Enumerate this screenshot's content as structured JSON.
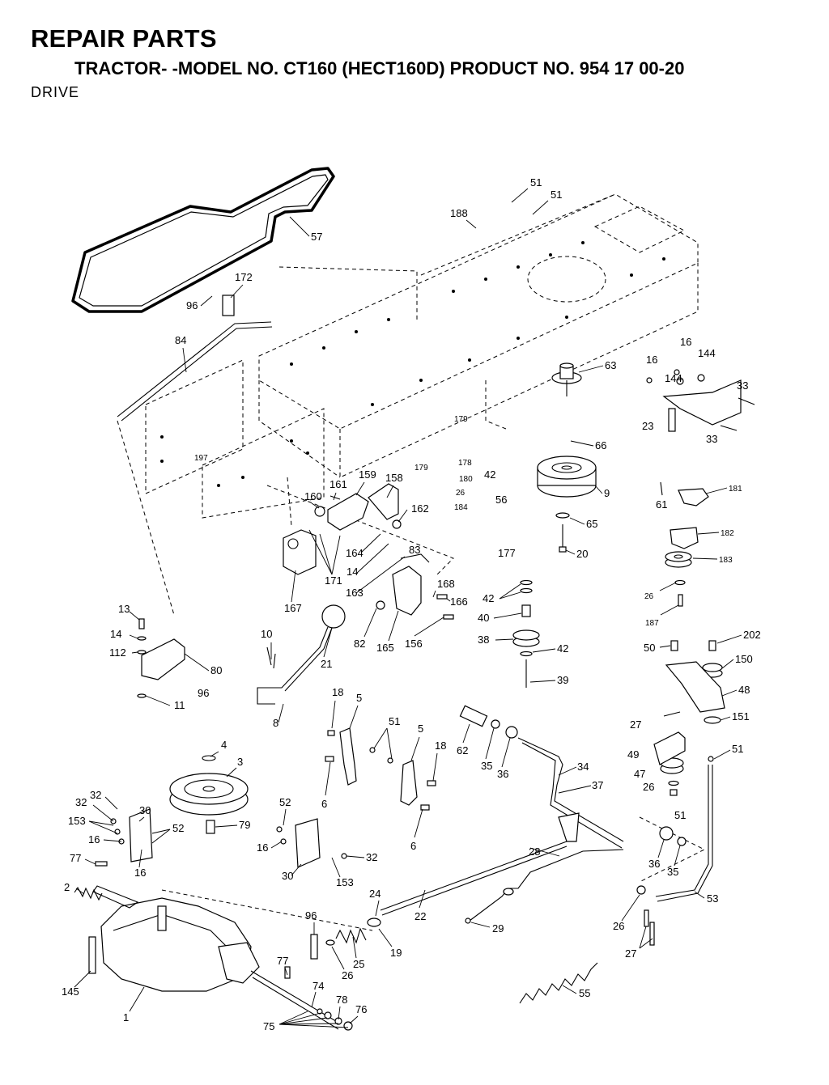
{
  "header": {
    "title": "REPAIR PARTS",
    "subtitle": "TRACTOR- -MODEL NO. CT160 (HECT160D) PRODUCT NO. 954 17 00-20",
    "section": "DRIVE"
  },
  "callouts": [
    {
      "id": "c1",
      "label": "51"
    },
    {
      "id": "c2",
      "label": "51"
    },
    {
      "id": "c3",
      "label": "188"
    },
    {
      "id": "c4",
      "label": "57"
    },
    {
      "id": "c5",
      "label": "172"
    },
    {
      "id": "c6",
      "label": "96"
    },
    {
      "id": "c7",
      "label": "84"
    },
    {
      "id": "c8",
      "label": "197"
    },
    {
      "id": "c9",
      "label": "63"
    },
    {
      "id": "c10",
      "label": "16"
    },
    {
      "id": "c11",
      "label": "144"
    },
    {
      "id": "c12",
      "label": "16"
    },
    {
      "id": "c13",
      "label": "144"
    },
    {
      "id": "c14",
      "label": "33"
    },
    {
      "id": "c15",
      "label": "23"
    },
    {
      "id": "c16",
      "label": "33"
    },
    {
      "id": "c17",
      "label": "179"
    },
    {
      "id": "c18",
      "label": "178"
    },
    {
      "id": "c19",
      "label": "179"
    },
    {
      "id": "c20",
      "label": "180"
    },
    {
      "id": "c21",
      "label": "26"
    },
    {
      "id": "c22",
      "label": "184"
    },
    {
      "id": "c23",
      "label": "66"
    },
    {
      "id": "c24",
      "label": "42"
    },
    {
      "id": "c25",
      "label": "56"
    },
    {
      "id": "c26",
      "label": "9"
    },
    {
      "id": "c27",
      "label": "65"
    },
    {
      "id": "c28",
      "label": "20"
    },
    {
      "id": "c29",
      "label": "159"
    },
    {
      "id": "c30",
      "label": "158"
    },
    {
      "id": "c31",
      "label": "161"
    },
    {
      "id": "c32",
      "label": "160"
    },
    {
      "id": "c33",
      "label": "162"
    },
    {
      "id": "c34",
      "label": "164"
    },
    {
      "id": "c35",
      "label": "14"
    },
    {
      "id": "c36",
      "label": "171"
    },
    {
      "id": "c37",
      "label": "163"
    },
    {
      "id": "c38",
      "label": "83"
    },
    {
      "id": "c39",
      "label": "167"
    },
    {
      "id": "c40",
      "label": "168"
    },
    {
      "id": "c41",
      "label": "166"
    },
    {
      "id": "c42",
      "label": "177"
    },
    {
      "id": "c43",
      "label": "42"
    },
    {
      "id": "c44",
      "label": "40"
    },
    {
      "id": "c45",
      "label": "38"
    },
    {
      "id": "c46",
      "label": "42"
    },
    {
      "id": "c47",
      "label": "39"
    },
    {
      "id": "c48",
      "label": "61"
    },
    {
      "id": "c49",
      "label": "181"
    },
    {
      "id": "c50",
      "label": "182"
    },
    {
      "id": "c51",
      "label": "183"
    },
    {
      "id": "c52",
      "label": "26"
    },
    {
      "id": "c53",
      "label": "187"
    },
    {
      "id": "c54",
      "label": "13"
    },
    {
      "id": "c55",
      "label": "14"
    },
    {
      "id": "c56",
      "label": "112"
    },
    {
      "id": "c57",
      "label": "80"
    },
    {
      "id": "c58",
      "label": "96"
    },
    {
      "id": "c59",
      "label": "11"
    },
    {
      "id": "c60",
      "label": "10"
    },
    {
      "id": "c61",
      "label": "21"
    },
    {
      "id": "c62",
      "label": "82"
    },
    {
      "id": "c63",
      "label": "165"
    },
    {
      "id": "c64",
      "label": "156"
    },
    {
      "id": "c65",
      "label": "8"
    },
    {
      "id": "c66",
      "label": "18"
    },
    {
      "id": "c67",
      "label": "5"
    },
    {
      "id": "c68",
      "label": "51"
    },
    {
      "id": "c69",
      "label": "5"
    },
    {
      "id": "c70",
      "label": "18"
    },
    {
      "id": "c71",
      "label": "6"
    },
    {
      "id": "c72",
      "label": "6"
    },
    {
      "id": "c73",
      "label": "62"
    },
    {
      "id": "c74",
      "label": "35"
    },
    {
      "id": "c75",
      "label": "36"
    },
    {
      "id": "c76",
      "label": "34"
    },
    {
      "id": "c77",
      "label": "37"
    },
    {
      "id": "c78",
      "label": "50"
    },
    {
      "id": "c79",
      "label": "202"
    },
    {
      "id": "c80",
      "label": "150"
    },
    {
      "id": "c81",
      "label": "48"
    },
    {
      "id": "c82",
      "label": "27"
    },
    {
      "id": "c83",
      "label": "151"
    },
    {
      "id": "c84",
      "label": "49"
    },
    {
      "id": "c85",
      "label": "51"
    },
    {
      "id": "c86",
      "label": "47"
    },
    {
      "id": "c87",
      "label": "26"
    },
    {
      "id": "c88",
      "label": "51"
    },
    {
      "id": "c89",
      "label": "4"
    },
    {
      "id": "c90",
      "label": "3"
    },
    {
      "id": "c91",
      "label": "32"
    },
    {
      "id": "c92",
      "label": "32"
    },
    {
      "id": "c93",
      "label": "30"
    },
    {
      "id": "c94",
      "label": "153"
    },
    {
      "id": "c95",
      "label": "52"
    },
    {
      "id": "c96",
      "label": "16"
    },
    {
      "id": "c97",
      "label": "16"
    },
    {
      "id": "c98",
      "label": "79"
    },
    {
      "id": "c99",
      "label": "52"
    },
    {
      "id": "c100",
      "label": "16"
    },
    {
      "id": "c101",
      "label": "32"
    },
    {
      "id": "c102",
      "label": "30"
    },
    {
      "id": "c103",
      "label": "153"
    },
    {
      "id": "c104",
      "label": "77"
    },
    {
      "id": "c105",
      "label": "2"
    },
    {
      "id": "c106",
      "label": "145"
    },
    {
      "id": "c107",
      "label": "1"
    },
    {
      "id": "c108",
      "label": "28"
    },
    {
      "id": "c109",
      "label": "36"
    },
    {
      "id": "c110",
      "label": "35"
    },
    {
      "id": "c111",
      "label": "24"
    },
    {
      "id": "c112",
      "label": "22"
    },
    {
      "id": "c113",
      "label": "96"
    },
    {
      "id": "c114",
      "label": "19"
    },
    {
      "id": "c115",
      "label": "25"
    },
    {
      "id": "c116",
      "label": "26"
    },
    {
      "id": "c117",
      "label": "29"
    },
    {
      "id": "c118",
      "label": "53"
    },
    {
      "id": "c119",
      "label": "26"
    },
    {
      "id": "c120",
      "label": "27"
    },
    {
      "id": "c121",
      "label": "77"
    },
    {
      "id": "c122",
      "label": "74"
    },
    {
      "id": "c123",
      "label": "78"
    },
    {
      "id": "c124",
      "label": "76"
    },
    {
      "id": "c125",
      "label": "75"
    },
    {
      "id": "c126",
      "label": "55"
    }
  ]
}
